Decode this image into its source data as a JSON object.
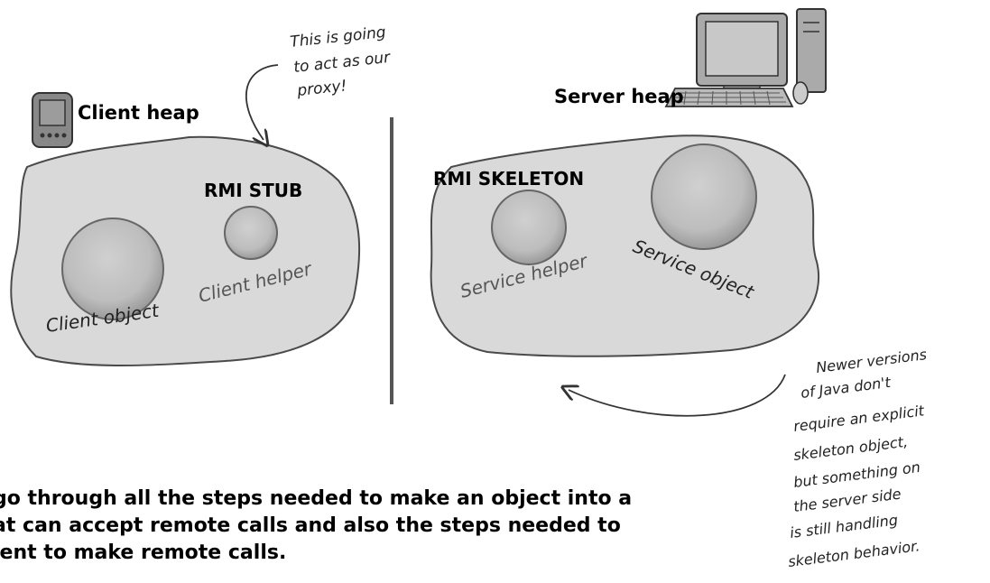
{
  "client": {
    "heap_label": "Client heap",
    "stub_label": "RMI STUB",
    "client_object_label": "Client object",
    "client_helper_label": "Client helper"
  },
  "server": {
    "heap_label": "Server heap",
    "skeleton_label": "RMI SKELETON",
    "service_helper_label": "Service helper",
    "service_object_label": "Service object"
  },
  "notes": {
    "proxy_lines": [
      "This is going",
      "to act as our",
      "proxy!"
    ],
    "skeleton_lines": [
      "Newer versions",
      "of Java don't",
      "require an explicit",
      "skeleton object,",
      "but something on",
      "the server side",
      "is still handling",
      "skeleton behavior."
    ]
  },
  "body_text": {
    "lines": [
      "go through all the steps needed to make an object into a",
      "at can accept remote calls and also the steps needed to",
      "ient to make remote calls."
    ]
  },
  "icons": [
    "pda-icon",
    "desktop-computer-icon"
  ],
  "colors": {
    "heap_fill": "#d9d9d9",
    "heap_stroke": "#4a4a4a",
    "divider": "#555555"
  }
}
